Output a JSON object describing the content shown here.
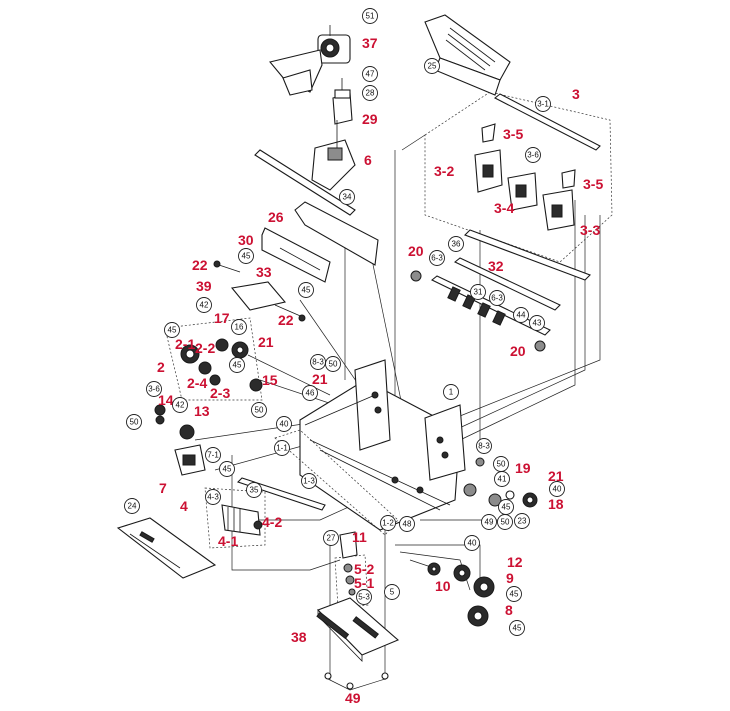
{
  "red_labels": [
    {
      "id": "37",
      "text": "37"
    },
    {
      "id": "29",
      "text": "29"
    },
    {
      "id": "6",
      "text": "6"
    },
    {
      "id": "3",
      "text": "3"
    },
    {
      "id": "3-5a",
      "text": "3-5"
    },
    {
      "id": "3-2",
      "text": "3-2"
    },
    {
      "id": "3-4",
      "text": "3-4"
    },
    {
      "id": "3-5b",
      "text": "3-5"
    },
    {
      "id": "3-3",
      "text": "3-3"
    },
    {
      "id": "26",
      "text": "26"
    },
    {
      "id": "30",
      "text": "30"
    },
    {
      "id": "22a",
      "text": "22"
    },
    {
      "id": "33",
      "text": "33"
    },
    {
      "id": "39",
      "text": "39"
    },
    {
      "id": "22b",
      "text": "22"
    },
    {
      "id": "20a",
      "text": "20"
    },
    {
      "id": "32",
      "text": "32"
    },
    {
      "id": "20b",
      "text": "20"
    },
    {
      "id": "17",
      "text": "17"
    },
    {
      "id": "2-1",
      "text": "2-1"
    },
    {
      "id": "2-2",
      "text": "2-2"
    },
    {
      "id": "21a",
      "text": "21"
    },
    {
      "id": "2",
      "text": "2"
    },
    {
      "id": "2-4",
      "text": "2-4"
    },
    {
      "id": "2-3",
      "text": "2-3"
    },
    {
      "id": "15",
      "text": "15"
    },
    {
      "id": "21b",
      "text": "21"
    },
    {
      "id": "14",
      "text": "14"
    },
    {
      "id": "13",
      "text": "13"
    },
    {
      "id": "7",
      "text": "7"
    },
    {
      "id": "19",
      "text": "19"
    },
    {
      "id": "21c",
      "text": "21"
    },
    {
      "id": "18",
      "text": "18"
    },
    {
      "id": "4",
      "text": "4"
    },
    {
      "id": "4-2",
      "text": "4-2"
    },
    {
      "id": "4-1",
      "text": "4-1"
    },
    {
      "id": "11",
      "text": "11"
    },
    {
      "id": "5-2",
      "text": "5-2"
    },
    {
      "id": "5-1",
      "text": "5-1"
    },
    {
      "id": "12",
      "text": "12"
    },
    {
      "id": "9",
      "text": "9"
    },
    {
      "id": "10",
      "text": "10"
    },
    {
      "id": "8",
      "text": "8"
    },
    {
      "id": "38",
      "text": "38"
    },
    {
      "id": "49",
      "text": "49"
    }
  ],
  "circle_labels": [
    {
      "id": "c51",
      "text": "51"
    },
    {
      "id": "c25",
      "text": "25"
    },
    {
      "id": "c47",
      "text": "47"
    },
    {
      "id": "c28",
      "text": "28"
    },
    {
      "id": "c3-1",
      "text": "3-1"
    },
    {
      "id": "c3-6",
      "text": "3-6"
    },
    {
      "id": "c34",
      "text": "34"
    },
    {
      "id": "c45a",
      "text": "45"
    },
    {
      "id": "c36",
      "text": "36"
    },
    {
      "id": "c6-3a",
      "text": "6-3"
    },
    {
      "id": "c45b",
      "text": "45"
    },
    {
      "id": "c6-3b",
      "text": "6-3"
    },
    {
      "id": "c31",
      "text": "31"
    },
    {
      "id": "c44",
      "text": "44"
    },
    {
      "id": "c43",
      "text": "43"
    },
    {
      "id": "c42a",
      "text": "42"
    },
    {
      "id": "c16",
      "text": "16"
    },
    {
      "id": "c45c",
      "text": "45"
    },
    {
      "id": "c45d",
      "text": "45"
    },
    {
      "id": "c8-3a",
      "text": "8-3"
    },
    {
      "id": "c50a",
      "text": "50"
    },
    {
      "id": "c3-6b",
      "text": "3-6"
    },
    {
      "id": "c42b",
      "text": "42"
    },
    {
      "id": "c46",
      "text": "46"
    },
    {
      "id": "c50b",
      "text": "50"
    },
    {
      "id": "c1",
      "text": "1"
    },
    {
      "id": "c40a",
      "text": "40"
    },
    {
      "id": "c50c",
      "text": "50"
    },
    {
      "id": "c7-1",
      "text": "7-1"
    },
    {
      "id": "c1-1",
      "text": "1-1"
    },
    {
      "id": "c45e",
      "text": "45"
    },
    {
      "id": "c8-3b",
      "text": "8-3"
    },
    {
      "id": "c50d",
      "text": "50"
    },
    {
      "id": "c41",
      "text": "41"
    },
    {
      "id": "c40b",
      "text": "40"
    },
    {
      "id": "c1-3",
      "text": "1-3"
    },
    {
      "id": "c45f",
      "text": "45"
    },
    {
      "id": "c35",
      "text": "35"
    },
    {
      "id": "c4-3",
      "text": "4-3"
    },
    {
      "id": "c23",
      "text": "23"
    },
    {
      "id": "c48",
      "text": "48"
    },
    {
      "id": "c1-2",
      "text": "1-2"
    },
    {
      "id": "c49a",
      "text": "49"
    },
    {
      "id": "c50e",
      "text": "50"
    },
    {
      "id": "c24",
      "text": "24"
    },
    {
      "id": "c27",
      "text": "27"
    },
    {
      "id": "c40c",
      "text": "40"
    },
    {
      "id": "c5",
      "text": "5"
    },
    {
      "id": "c5-3",
      "text": "5-3"
    },
    {
      "id": "c45g",
      "text": "45"
    },
    {
      "id": "c45h",
      "text": "45"
    }
  ],
  "colors": {
    "callout": "#cc1133",
    "line": "#1a1a1a",
    "paper": "#ffffff"
  }
}
